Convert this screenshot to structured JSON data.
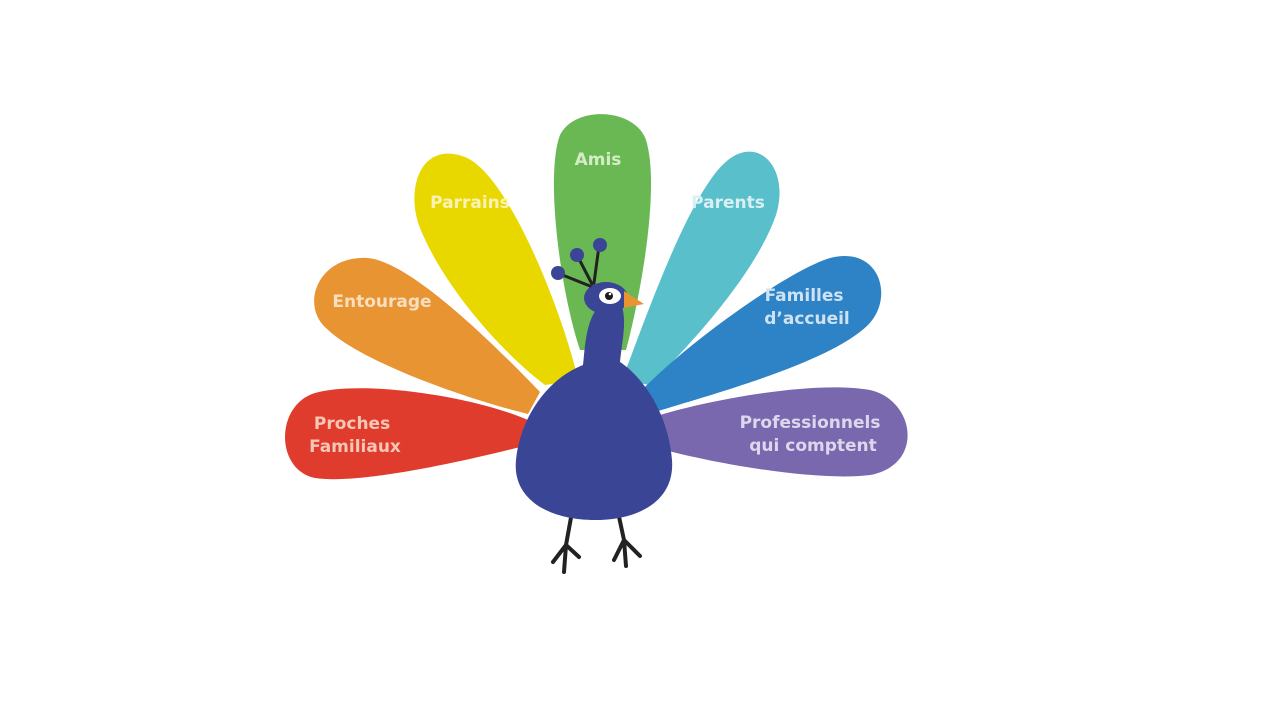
{
  "diagram": {
    "feathers": [
      {
        "id": "proches",
        "lines": [
          "Proches",
          "Familiaux"
        ],
        "color": "#e03c2e",
        "text_color": "#f6c7b4"
      },
      {
        "id": "entourage",
        "lines": [
          "Entourage"
        ],
        "color": "#e89433",
        "text_color": "#f9dfc0"
      },
      {
        "id": "parrains",
        "lines": [
          "Parrains"
        ],
        "color": "#e8d800",
        "text_color": "#fbf3b5"
      },
      {
        "id": "amis",
        "lines": [
          "Amis"
        ],
        "color": "#6ab853",
        "text_color": "#d6ecc8"
      },
      {
        "id": "parents",
        "lines": [
          "Parents"
        ],
        "color": "#58bfcb",
        "text_color": "#d8f0f3"
      },
      {
        "id": "familles",
        "lines": [
          "Familles",
          "d’accueil"
        ],
        "color": "#2d83c5",
        "text_color": "#cfe2f3"
      },
      {
        "id": "professionnels",
        "lines": [
          "Professionnels",
          "qui comptent"
        ],
        "color": "#7968ad",
        "text_color": "#ddd7ee"
      }
    ],
    "peacock": {
      "body_color": "#3a4596",
      "beak_color": "#e89433",
      "leg_color": "#222222",
      "crest_color": "#3a4596"
    }
  }
}
